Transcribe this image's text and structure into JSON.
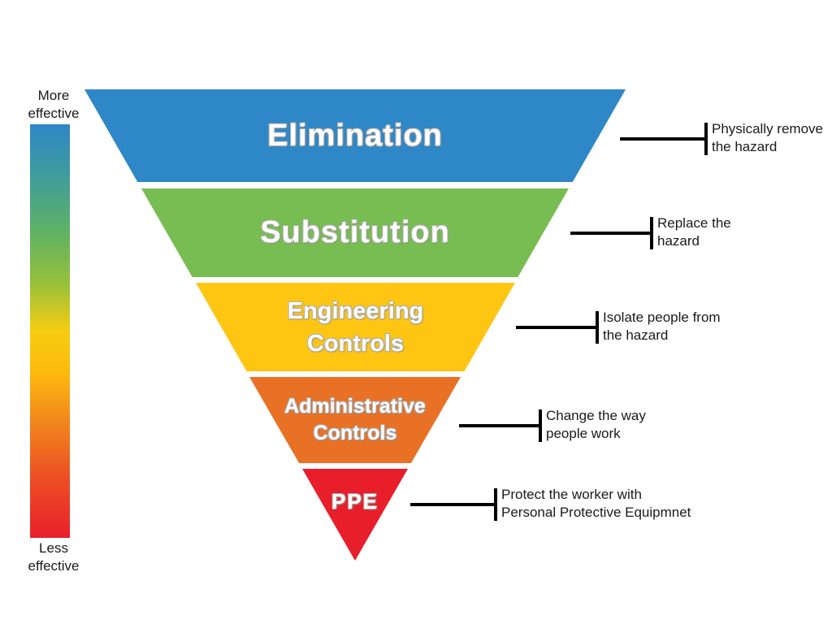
{
  "scale": {
    "more_label_line1": "More",
    "more_label_line2": "effective",
    "less_label_line1": "Less",
    "less_label_line2": "effective",
    "gradient_stops": [
      {
        "color": "#2E87C8",
        "pos": 0
      },
      {
        "color": "#3E9C9C",
        "pos": 12
      },
      {
        "color": "#5FB264",
        "pos": 26
      },
      {
        "color": "#94C03C",
        "pos": 38
      },
      {
        "color": "#F5CD11",
        "pos": 50
      },
      {
        "color": "#FDBA0E",
        "pos": 60
      },
      {
        "color": "#F1861C",
        "pos": 72
      },
      {
        "color": "#EC4D24",
        "pos": 86
      },
      {
        "color": "#E9202C",
        "pos": 100
      }
    ]
  },
  "pyramid": {
    "levels": [
      {
        "label": "Elimination",
        "color": "#2E87C6",
        "annotation_line1": "Physically remove",
        "annotation_line2": "the hazard"
      },
      {
        "label": "Substitution",
        "color": "#77BD52",
        "annotation_line1": "Replace the",
        "annotation_line2": "hazard"
      },
      {
        "label_line1": "Engineering",
        "label_line2": "Controls",
        "color": "#FEC613",
        "annotation_line1": "Isolate people from",
        "annotation_line2": "the hazard"
      },
      {
        "label_line1": "Administrative",
        "label_line2": "Controls",
        "color": "#E97125",
        "annotation_line1": "Change the way",
        "annotation_line2": "people work"
      },
      {
        "label": "PPE",
        "color": "#E81E2A",
        "annotation_line1": "Protect the worker with",
        "annotation_line2": "Personal Protective Equipmnet"
      }
    ]
  }
}
